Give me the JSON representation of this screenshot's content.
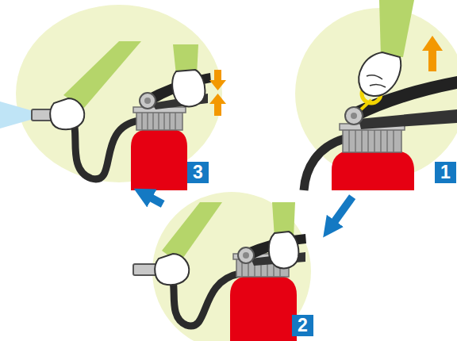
{
  "diagram": {
    "nodes": [
      {
        "text": [
          "1"
        ]
      },
      {
        "text": [
          "2"
        ]
      },
      {
        "text": [
          "3"
        ]
      }
    ],
    "edges": [
      {
        "from": 0,
        "to": 1,
        "arrow": "to"
      },
      {
        "from": 1,
        "to": 2,
        "arrow": "to"
      }
    ]
  }
}
